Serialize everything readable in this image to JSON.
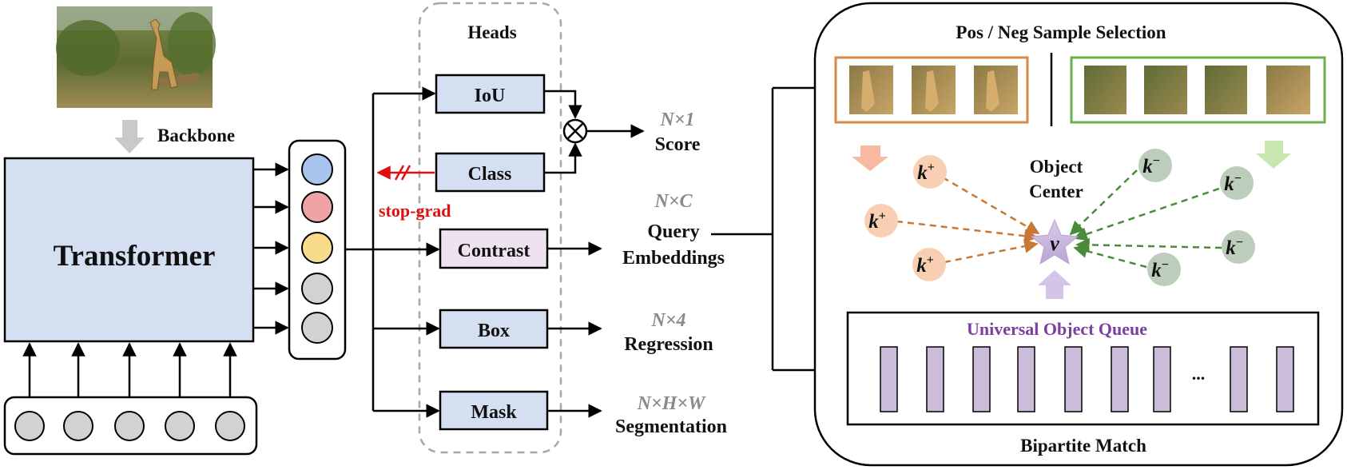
{
  "colors": {
    "transformer_fill": "#d4dff2",
    "head_fill": "#d4dff2",
    "contrast_fill": "#efe2f0",
    "query_blue": "#a9c5ee",
    "query_red": "#f0a3a5",
    "query_yellow": "#f8dc8c",
    "query_gray": "#d2d2d2",
    "pos_border": "#d68a45",
    "neg_border": "#6ab04c",
    "pos_node": "#f8cfb3",
    "neg_node": "#bccdbb",
    "pos_arrow": "#c87834",
    "neg_arrow": "#4a8a3a",
    "queue_fill": "#cbbcd9",
    "queue_title": "#7a3fa0",
    "stop_grad": "#e01010",
    "dim_text": "#8a8a8a",
    "center_star": "#c7b6dc"
  },
  "backbone": {
    "label": "Backbone"
  },
  "transformer": {
    "label": "Transformer"
  },
  "heads": {
    "title": "Heads",
    "iou": "IoU",
    "class": "Class",
    "contrast": "Contrast",
    "box": "Box",
    "mask": "Mask"
  },
  "stop_grad": "stop-grad",
  "outputs": {
    "score_dim": "N×1",
    "score_label": "Score",
    "query_dim": "N×C",
    "query_label_1": "Query",
    "query_label_2": "Embeddings",
    "box_dim": "N×4",
    "box_label": "Regression",
    "mask_dim": "N×H×W",
    "mask_label": "Segmentation"
  },
  "right_panel": {
    "title": "Pos / Neg Sample Selection",
    "object_center_1": "Object",
    "object_center_2": "Center",
    "center_symbol": "v",
    "pos_key": "k",
    "pos_sup": "+",
    "neg_key": "k",
    "neg_sup": "−",
    "queue_title": "Universal Object Queue",
    "ellipsis": "...",
    "bottom_label": "Bipartite Match"
  }
}
